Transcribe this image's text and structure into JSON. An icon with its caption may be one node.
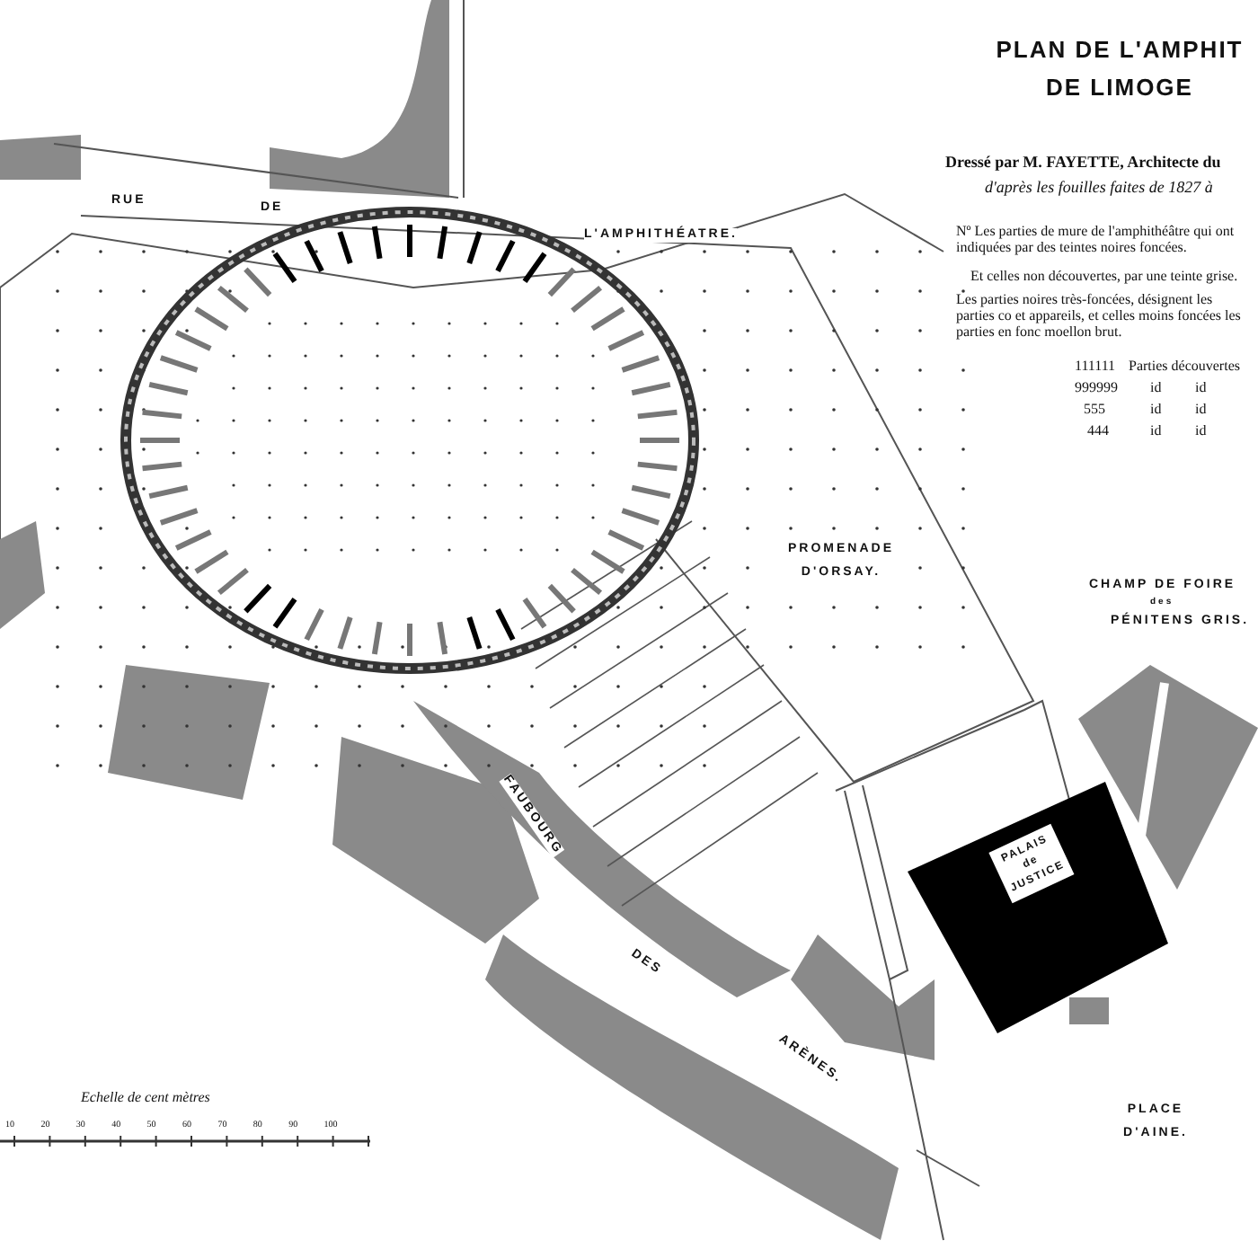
{
  "diagram": {
    "title": "PLAN DE L'AMPHIT DE LIMOGE",
    "nodes": [
      {
        "text": [
          "PALAIS de JUSTICE"
        ]
      }
    ],
    "labels": [
      "Dressé par M. FAYETTE, Architecte du",
      "d'après les fouilles faites de 1827 à",
      "Nº Les parties de mure de l'amphithéâtre qui ont indiquées par des teintes noires foncées.",
      "Et celles non découvertes, par une teinte grise.",
      "Les parties noires très-foncées, désignent les parties co et appareils, et celles moins foncées les parties en fonc moellon brut.",
      "111111",
      "Parties découvertes",
      "999999",
      "id",
      "id",
      "555",
      "id",
      "id",
      "444",
      "id",
      "id",
      "RUE",
      "DE",
      "L'AMPHITHÉATRE.",
      "PROMENADE D'ORSAY.",
      "CHAMP DE FOIRE",
      "des",
      "PÉNITENS GRIS.",
      "FAUBOURG",
      "DES",
      "ARÈNES.",
      "PLACE D'AINE.",
      "Echelle de cent mètres",
      "10",
      "20",
      "30",
      "40",
      "50",
      "60",
      "70",
      "80",
      "90",
      "100"
    ]
  }
}
